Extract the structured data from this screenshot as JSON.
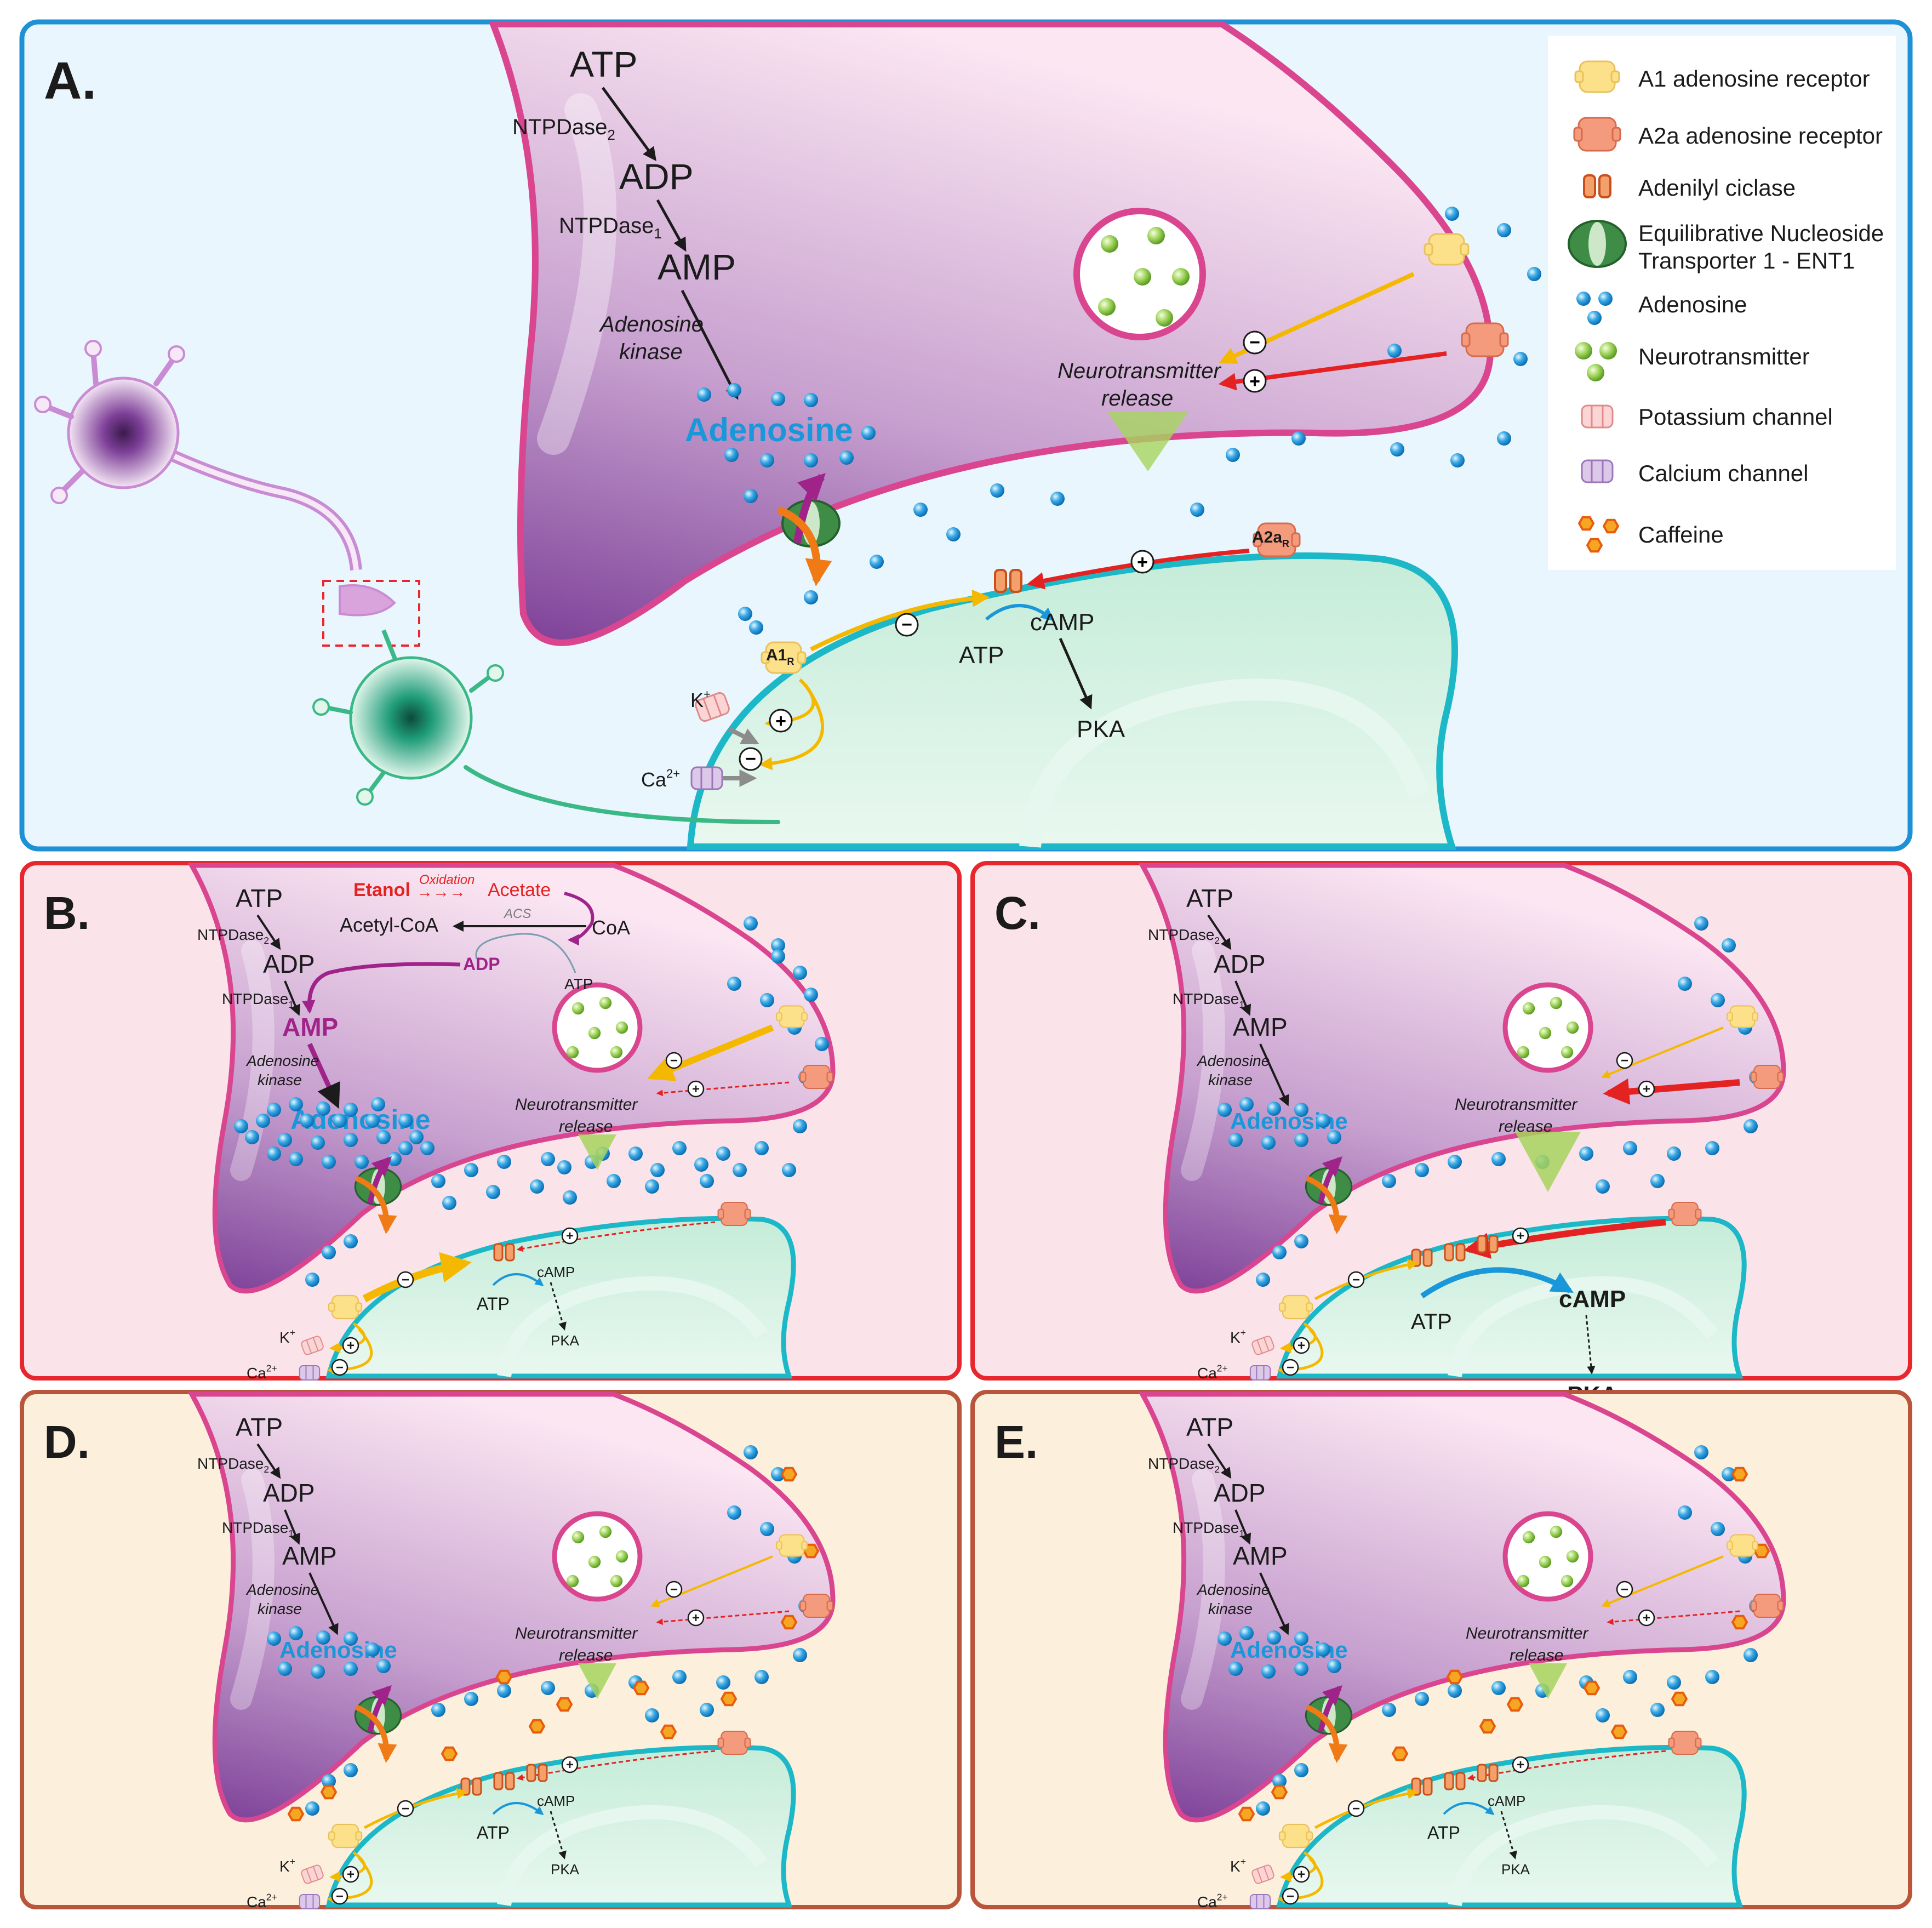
{
  "colors": {
    "presyn_stroke": "#d9468f",
    "postsyn_stroke": "#1cb8c8",
    "adenosine": "#1a97d9",
    "neurotransmitter": "#8dc63f",
    "a1_receptor": "#fde08a",
    "a2a_receptor": "#f49a7d",
    "adenylyl_cyclase": "#e46c2a",
    "ent1": "#2f7d3c",
    "caffeine": "#f26a1b",
    "inhibit_arrow": "#f5b800",
    "stimulate_arrow": "#e52222",
    "ethanol": "#e52222",
    "adp_magenta": "#a0238a",
    "panel_a_border": "#1e90d6",
    "panel_bc_border": "#e8262d",
    "panel_de_border": "#b9553a"
  },
  "legend": {
    "items": [
      {
        "icon": "a1-adenosine-receptor-icon",
        "label": "A1 adenosine receptor"
      },
      {
        "icon": "a2a-adenosine-receptor-icon",
        "label": "A2a adenosine receptor"
      },
      {
        "icon": "adenylyl-cyclase-icon",
        "label": "Adenilyl ciclase"
      },
      {
        "icon": "ent1-transporter-icon",
        "label": "Equilibrative Nucleoside",
        "label2": "Transporter 1 - ENT1"
      },
      {
        "icon": "adenosine-icon",
        "label": "Adenosine"
      },
      {
        "icon": "neurotransmitter-icon",
        "label": "Neurotransmitter"
      },
      {
        "icon": "potassium-channel-icon",
        "label": "Potassium channel"
      },
      {
        "icon": "calcium-channel-icon",
        "label": "Calcium channel"
      },
      {
        "icon": "caffeine-icon",
        "label": "Caffeine"
      }
    ]
  },
  "panels": {
    "A": {
      "letter": "A.",
      "pathway": {
        "atp": "ATP",
        "ntpdase2": "NTPDase",
        "ntpdase2_sub": "2",
        "adp": "ADP",
        "ntpdase1": "NTPDase",
        "ntpdase1_sub": "1",
        "amp": "AMP",
        "kinase1": "Adenosine",
        "kinase2": "kinase",
        "adenosine": "Adenosine"
      },
      "release1": "Neurotransmitter",
      "release2": "release",
      "a1r": "A1",
      "a1r_sub": "R",
      "a2ar": "A2a",
      "a2ar_sub": "R",
      "atp2": "ATP",
      "camp": "cAMP",
      "pka": "PKA",
      "k": "K",
      "k_sup": "+",
      "ca": "Ca",
      "ca_sup": "2+",
      "minus": "−",
      "plus": "+"
    },
    "B": {
      "letter": "B.",
      "pathway": {
        "atp": "ATP",
        "ntpdase2": "NTPDase",
        "ntpdase2_sub": "2",
        "adp": "ADP",
        "ntpdase1": "NTPDase",
        "ntpdase1_sub": "1",
        "amp": "AMP",
        "kinase1": "Adenosine",
        "kinase2": "kinase",
        "adenosine": "Adenosine"
      },
      "etanol": "Etanol",
      "oxidation": "Oxidation",
      "arrows": "→→→",
      "acetate": "Acetate",
      "acetylcoa": "Acetyl-CoA",
      "acs": "ACS",
      "coa": "CoA",
      "adp_ethanol": "ADP",
      "atp_ethanol": "ATP",
      "release1": "Neurotransmitter",
      "release2": "release",
      "atp2": "ATP",
      "camp": "cAMP",
      "pka": "PKA",
      "k": "K",
      "k_sup": "+",
      "ca": "Ca",
      "ca_sup": "2+"
    },
    "C": {
      "letter": "C.",
      "pathway": {
        "atp": "ATP",
        "ntpdase2": "NTPDase",
        "ntpdase2_sub": "2",
        "adp": "ADP",
        "ntpdase1": "NTPDase",
        "ntpdase1_sub": "1",
        "amp": "AMP",
        "kinase1": "Adenosine",
        "kinase2": "kinase",
        "adenosine": "Adenosine"
      },
      "release1": "Neurotransmitter",
      "release2": "release",
      "atp2": "ATP",
      "camp": "cAMP",
      "pka": "PKA",
      "k": "K",
      "k_sup": "+",
      "ca": "Ca",
      "ca_sup": "2+"
    },
    "D": {
      "letter": "D.",
      "pathway": {
        "atp": "ATP",
        "ntpdase2": "NTPDase",
        "ntpdase2_sub": "2",
        "adp": "ADP",
        "ntpdase1": "NTPDase",
        "ntpdase1_sub": "1",
        "amp": "AMP",
        "kinase1": "Adenosine",
        "kinase2": "kinase",
        "adenosine": "Adenosine"
      },
      "release1": "Neurotransmitter",
      "release2": "release",
      "atp2": "ATP",
      "camp": "cAMP",
      "pka": "PKA",
      "k": "K",
      "k_sup": "+",
      "ca": "Ca",
      "ca_sup": "2+"
    },
    "E": {
      "letter": "E.",
      "pathway": {
        "atp": "ATP",
        "ntpdase2": "NTPDase",
        "ntpdase2_sub": "2",
        "adp": "ADP",
        "ntpdase1": "NTPDase",
        "ntpdase1_sub": "1",
        "amp": "AMP",
        "kinase1": "Adenosine",
        "kinase2": "kinase",
        "adenosine": "Adenosine"
      },
      "release1": "Neurotransmitter",
      "release2": "release",
      "atp2": "ATP",
      "camp": "cAMP",
      "pka": "PKA",
      "k": "K",
      "k_sup": "+",
      "ca": "Ca",
      "ca_sup": "2+"
    }
  }
}
